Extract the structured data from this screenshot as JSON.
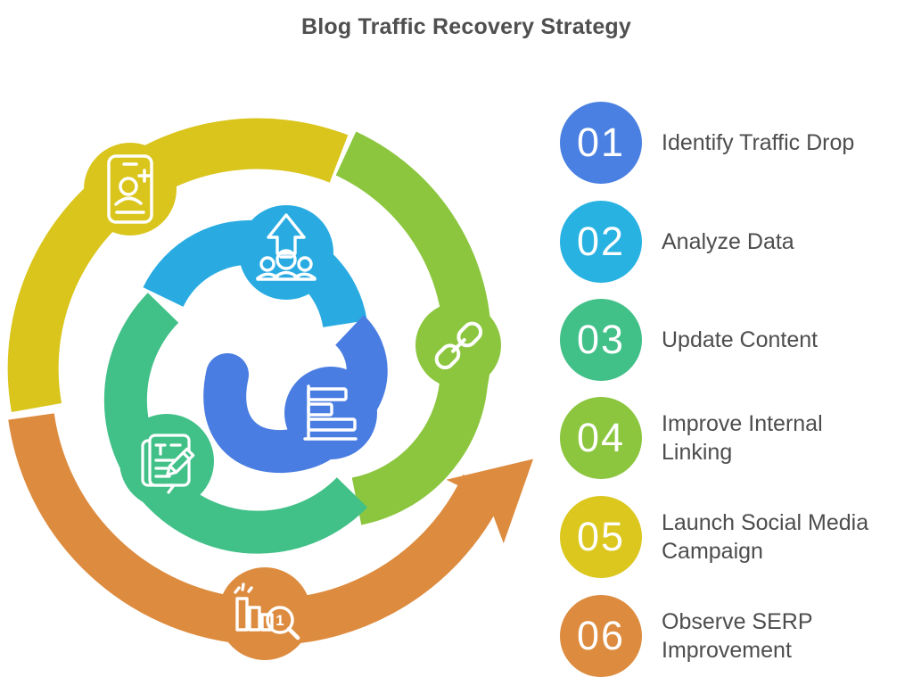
{
  "title": "Blog Traffic Recovery Strategy",
  "steps": [
    {
      "number": "01",
      "label": "Identify Traffic Drop",
      "color": "#4a80e1"
    },
    {
      "number": "02",
      "label": "Analyze Data",
      "color": "#28b2e2"
    },
    {
      "number": "03",
      "label": "Update Content",
      "color": "#41c088"
    },
    {
      "number": "04",
      "label": "Improve Internal Linking",
      "color": "#8cc63f"
    },
    {
      "number": "05",
      "label": "Launch Social Media Campaign",
      "color": "#dcc71e"
    },
    {
      "number": "06",
      "label": "Observe SERP Improvement",
      "color": "#dd8b3e"
    }
  ],
  "palette": {
    "yellow": "#d9c51c",
    "green": "#8cc63f",
    "orange": "#dd8b3e",
    "emerald": "#41c088",
    "cyan": "#29abe2",
    "blue": "#4a7de2",
    "white": "#ffffff"
  },
  "diagram": {
    "serp_rank": "1",
    "icons": [
      "add-follower-phone-icon",
      "audience-growth-icon",
      "link-icon",
      "edit-content-icon",
      "bar-chart-icon",
      "serp-ranking-search-icon"
    ]
  }
}
